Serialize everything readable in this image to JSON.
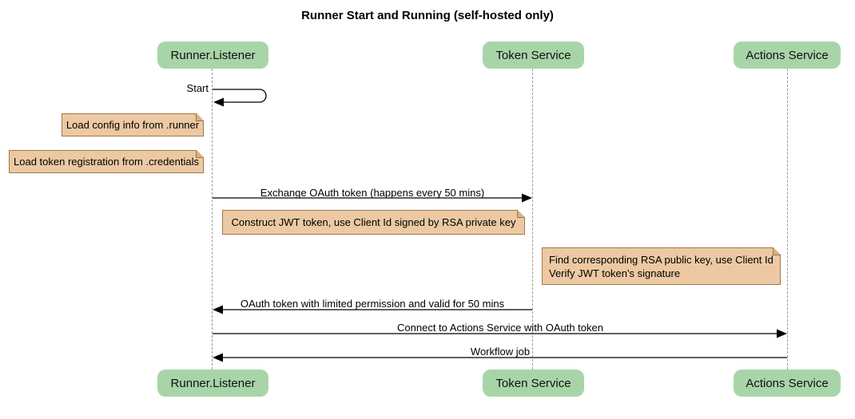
{
  "title": "Runner Start and Running (self-hosted only)",
  "participants": {
    "runner": "Runner.Listener",
    "token": "Token Service",
    "actions": "Actions Service"
  },
  "messages": {
    "start": "Start",
    "exchange_oauth": "Exchange OAuth token (happens every 50 mins)",
    "oauth_return": "OAuth token with limited permission and valid for 50 mins",
    "connect_actions": "Connect to Actions Service with OAuth token",
    "workflow_job": "Workflow job"
  },
  "notes": {
    "load_config": "Load config info from .runner",
    "load_token_registration": "Load token registration from .credentials",
    "construct_jwt": "Construct JWT token, use Client Id signed by RSA private key",
    "verify_jwt_line1": "Find corresponding RSA public key, use Client Id",
    "verify_jwt_line2": "Verify JWT token's signature"
  },
  "colors": {
    "participant_fill": "#A8D5A8",
    "note_fill": "#ECC9A2",
    "note_border": "#A0784B",
    "note_fold": "#D9B183",
    "lifeline": "#999999",
    "arrow": "#000000",
    "text": "#000000"
  }
}
